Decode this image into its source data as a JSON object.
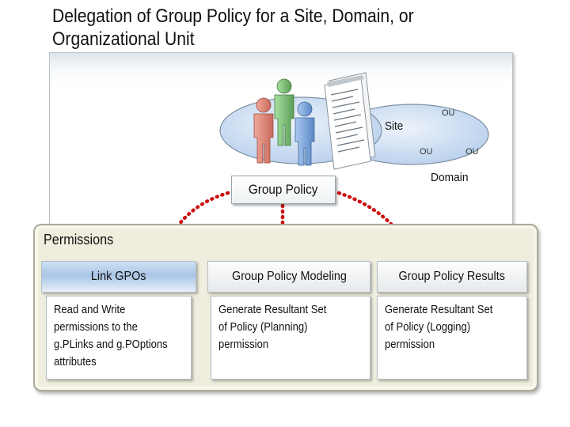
{
  "title": {
    "line1": "Delegation of Group Policy for a Site, Domain, or",
    "line2": "Organizational Unit"
  },
  "diagram": {
    "site_label": "Site",
    "ou_labels": [
      "OU",
      "OU",
      "OU"
    ],
    "domain_label": "Domain",
    "group_policy_label": "Group Policy",
    "icons": [
      "users-group-icon",
      "policy-document-icon"
    ]
  },
  "permissions": {
    "title": "Permissions",
    "columns": [
      {
        "header": "Link GPOs",
        "description": [
          "Read and Write",
          "permissions to the",
          "g.PLinks and g.POptions",
          "attributes"
        ]
      },
      {
        "header": "Group Policy Modeling",
        "description": [
          "Generate Resultant Set",
          "of Policy (Planning)",
          "permission"
        ]
      },
      {
        "header": "Group Policy Results",
        "description": [
          "Generate Resultant Set",
          "of Policy (Logging)",
          "permission"
        ]
      }
    ]
  },
  "colors": {
    "arrow": "#cc1111",
    "ellipse_fill": "#c8dbf1",
    "panel_fill": "#efeede",
    "header_highlight": "#a9c5e6"
  }
}
